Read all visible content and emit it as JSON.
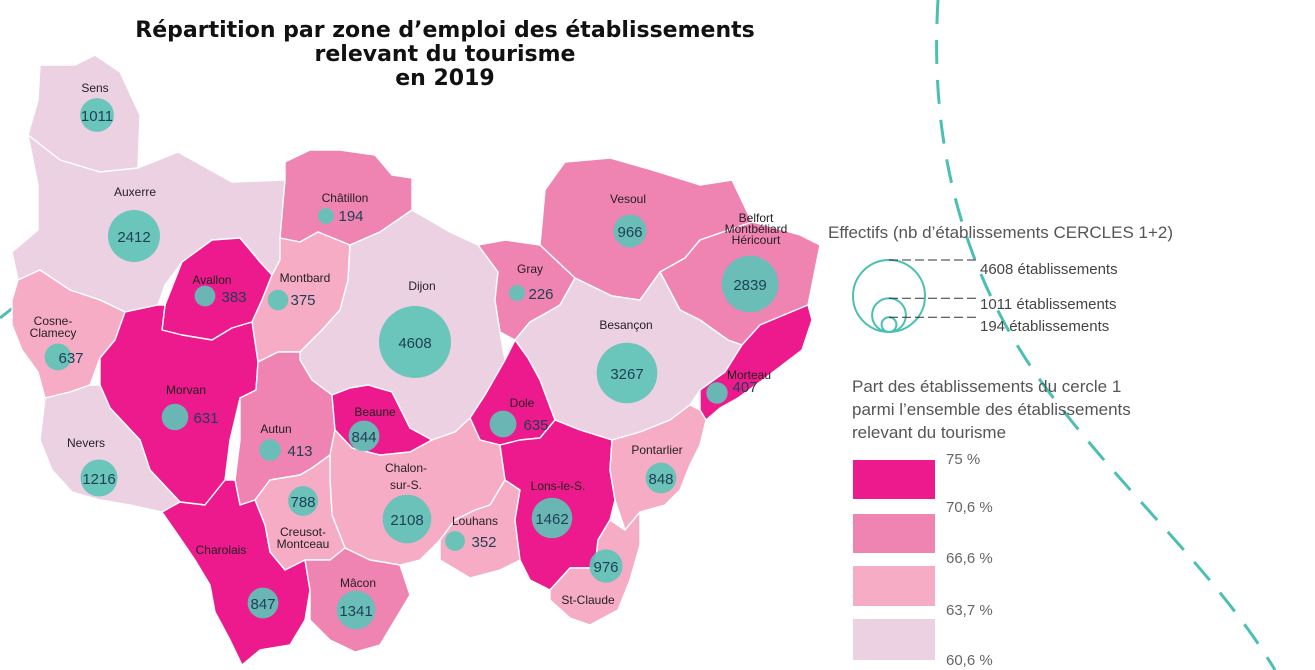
{
  "map": {
    "title": [
      "Répartition par zone d’emploi des établissements",
      "relevant du tourisme",
      "en 2019"
    ],
    "colors": {
      "c1": "#ec1a8c",
      "c2": "#ef83b2",
      "c3": "#f6acc4",
      "c4": "#ecd1e3",
      "bubble": "#5ec3b7",
      "dash": "#4bbfb4",
      "label": "#1e3f55"
    },
    "zones": [
      {
        "name": "Sens",
        "value": 1011,
        "class": "c4"
      },
      {
        "name": "Auxerre",
        "value": 2412,
        "class": "c4"
      },
      {
        "name": "Châtillon",
        "value": 194,
        "class": "c2"
      },
      {
        "name": "Avallon",
        "value": 383,
        "class": "c1"
      },
      {
        "name": "Montbard",
        "value": 375,
        "class": "c3"
      },
      {
        "name": "Dijon",
        "value": 4608,
        "class": "c4"
      },
      {
        "name": "Gray",
        "value": 226,
        "class": "c2"
      },
      {
        "name": "Vesoul",
        "value": 966,
        "class": "c2"
      },
      {
        "name": "Belfort Montbéliard Héricourt",
        "value": 2839,
        "class": "c2"
      },
      {
        "name": "Besançon",
        "value": 3267,
        "class": "c4"
      },
      {
        "name": "Morteau",
        "value": 407,
        "class": "c1"
      },
      {
        "name": "Cosne-Clamecy",
        "value": 637,
        "class": "c3"
      },
      {
        "name": "Morvan",
        "value": 631,
        "class": "c1"
      },
      {
        "name": "Nevers",
        "value": 1216,
        "class": "c4"
      },
      {
        "name": "Autun",
        "value": 413,
        "class": "c2"
      },
      {
        "name": "Beaune",
        "value": 844,
        "class": "c1"
      },
      {
        "name": "Dole",
        "value": 635,
        "class": "c1"
      },
      {
        "name": "Chalon-sur-S.",
        "value": 2108,
        "class": "c3"
      },
      {
        "name": "Louhans",
        "value": 352,
        "class": "c3"
      },
      {
        "name": "Lons-le-S.",
        "value": 1462,
        "class": "c1"
      },
      {
        "name": "Pontarlier",
        "value": 848,
        "class": "c3"
      },
      {
        "name": "Creusot-Montceau",
        "value": 788,
        "class": "c3"
      },
      {
        "name": "Charolais",
        "value": 847,
        "class": "c1"
      },
      {
        "name": "Mâcon",
        "value": 1341,
        "class": "c2"
      },
      {
        "name": "St-Claude",
        "value": 976,
        "class": "c3"
      }
    ]
  },
  "legend": {
    "size_title": "Effectifs (nb d’établissements CERCLES 1+2)",
    "size_items": [
      {
        "label": "4608 établissements",
        "value": 4608
      },
      {
        "label": "1011 établissements",
        "value": 1011
      },
      {
        "label": "194 établissements",
        "value": 194
      }
    ],
    "color_title": [
      "Part des établissements du cercle 1",
      "parmi l’ensemble des établissements",
      "relevant du tourisme"
    ],
    "color_breaks": [
      "75 %",
      "70,6 %",
      "66,6 %",
      "63,7 %",
      "60,6 %"
    ]
  }
}
